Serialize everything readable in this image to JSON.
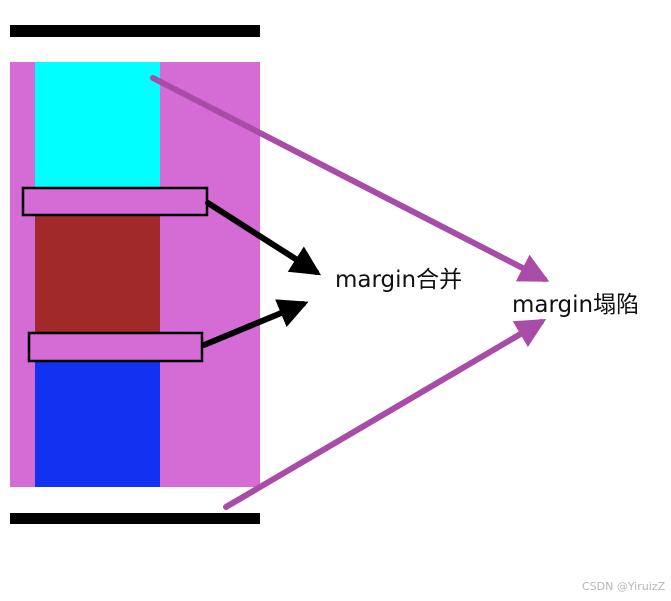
{
  "labels": {
    "margin_merge": "margin合并",
    "margin_collapse": "margin塌陷"
  },
  "watermark": "CSDN @YiruizZ",
  "colors": {
    "top_bar": "#000000",
    "bottom_bar": "#000000",
    "parent_box": "#d56bd5",
    "box_top": "#00ffff",
    "box_middle": "#a2292a",
    "box_bottom": "#1331f0",
    "arrow_merge": "#000000",
    "arrow_collapse": "#a94ca8"
  }
}
